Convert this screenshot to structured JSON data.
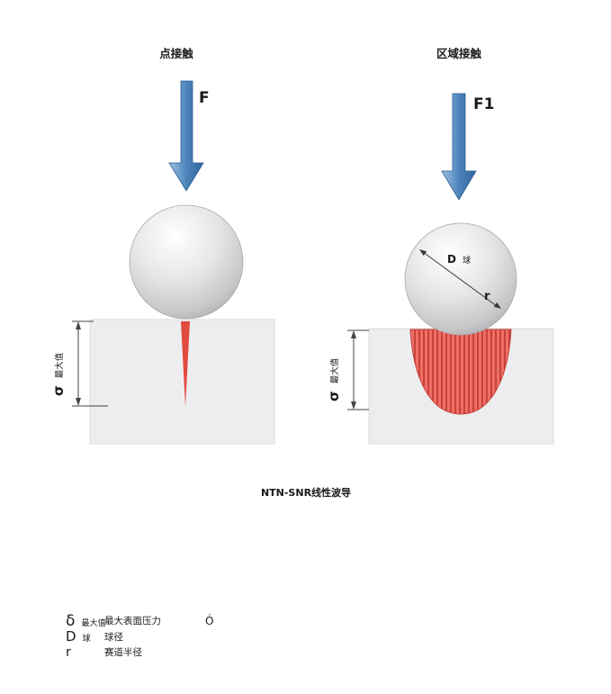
{
  "panel_left": {
    "title": "点接触",
    "force_label": "F"
  },
  "panel_right": {
    "title": "区域接触",
    "force_label": "F1",
    "diameter_symbol": "D",
    "diameter_sub": "球",
    "radius_symbol": "r"
  },
  "stress_label": {
    "sigma": "σ",
    "subscript": "最大值"
  },
  "caption": "NTN-SNR线性波导",
  "legend": {
    "rows": [
      {
        "symbol": "δ",
        "symbol_sub": "最大值",
        "description": "最大表面压力",
        "suffix": "Ó"
      },
      {
        "symbol": "D",
        "symbol_sub": "球",
        "description": "球径",
        "suffix": ""
      },
      {
        "symbol": "r",
        "symbol_sub": "",
        "description": "赛道半径",
        "suffix": ""
      }
    ]
  },
  "colors": {
    "force_arrow_light": "#9ec2e4",
    "force_arrow_dark": "#2f64a0",
    "force_text": "#17406f",
    "stress_red": "#e2493f",
    "stress_red_dark": "#c6423a",
    "block_gray": "#ededef"
  }
}
